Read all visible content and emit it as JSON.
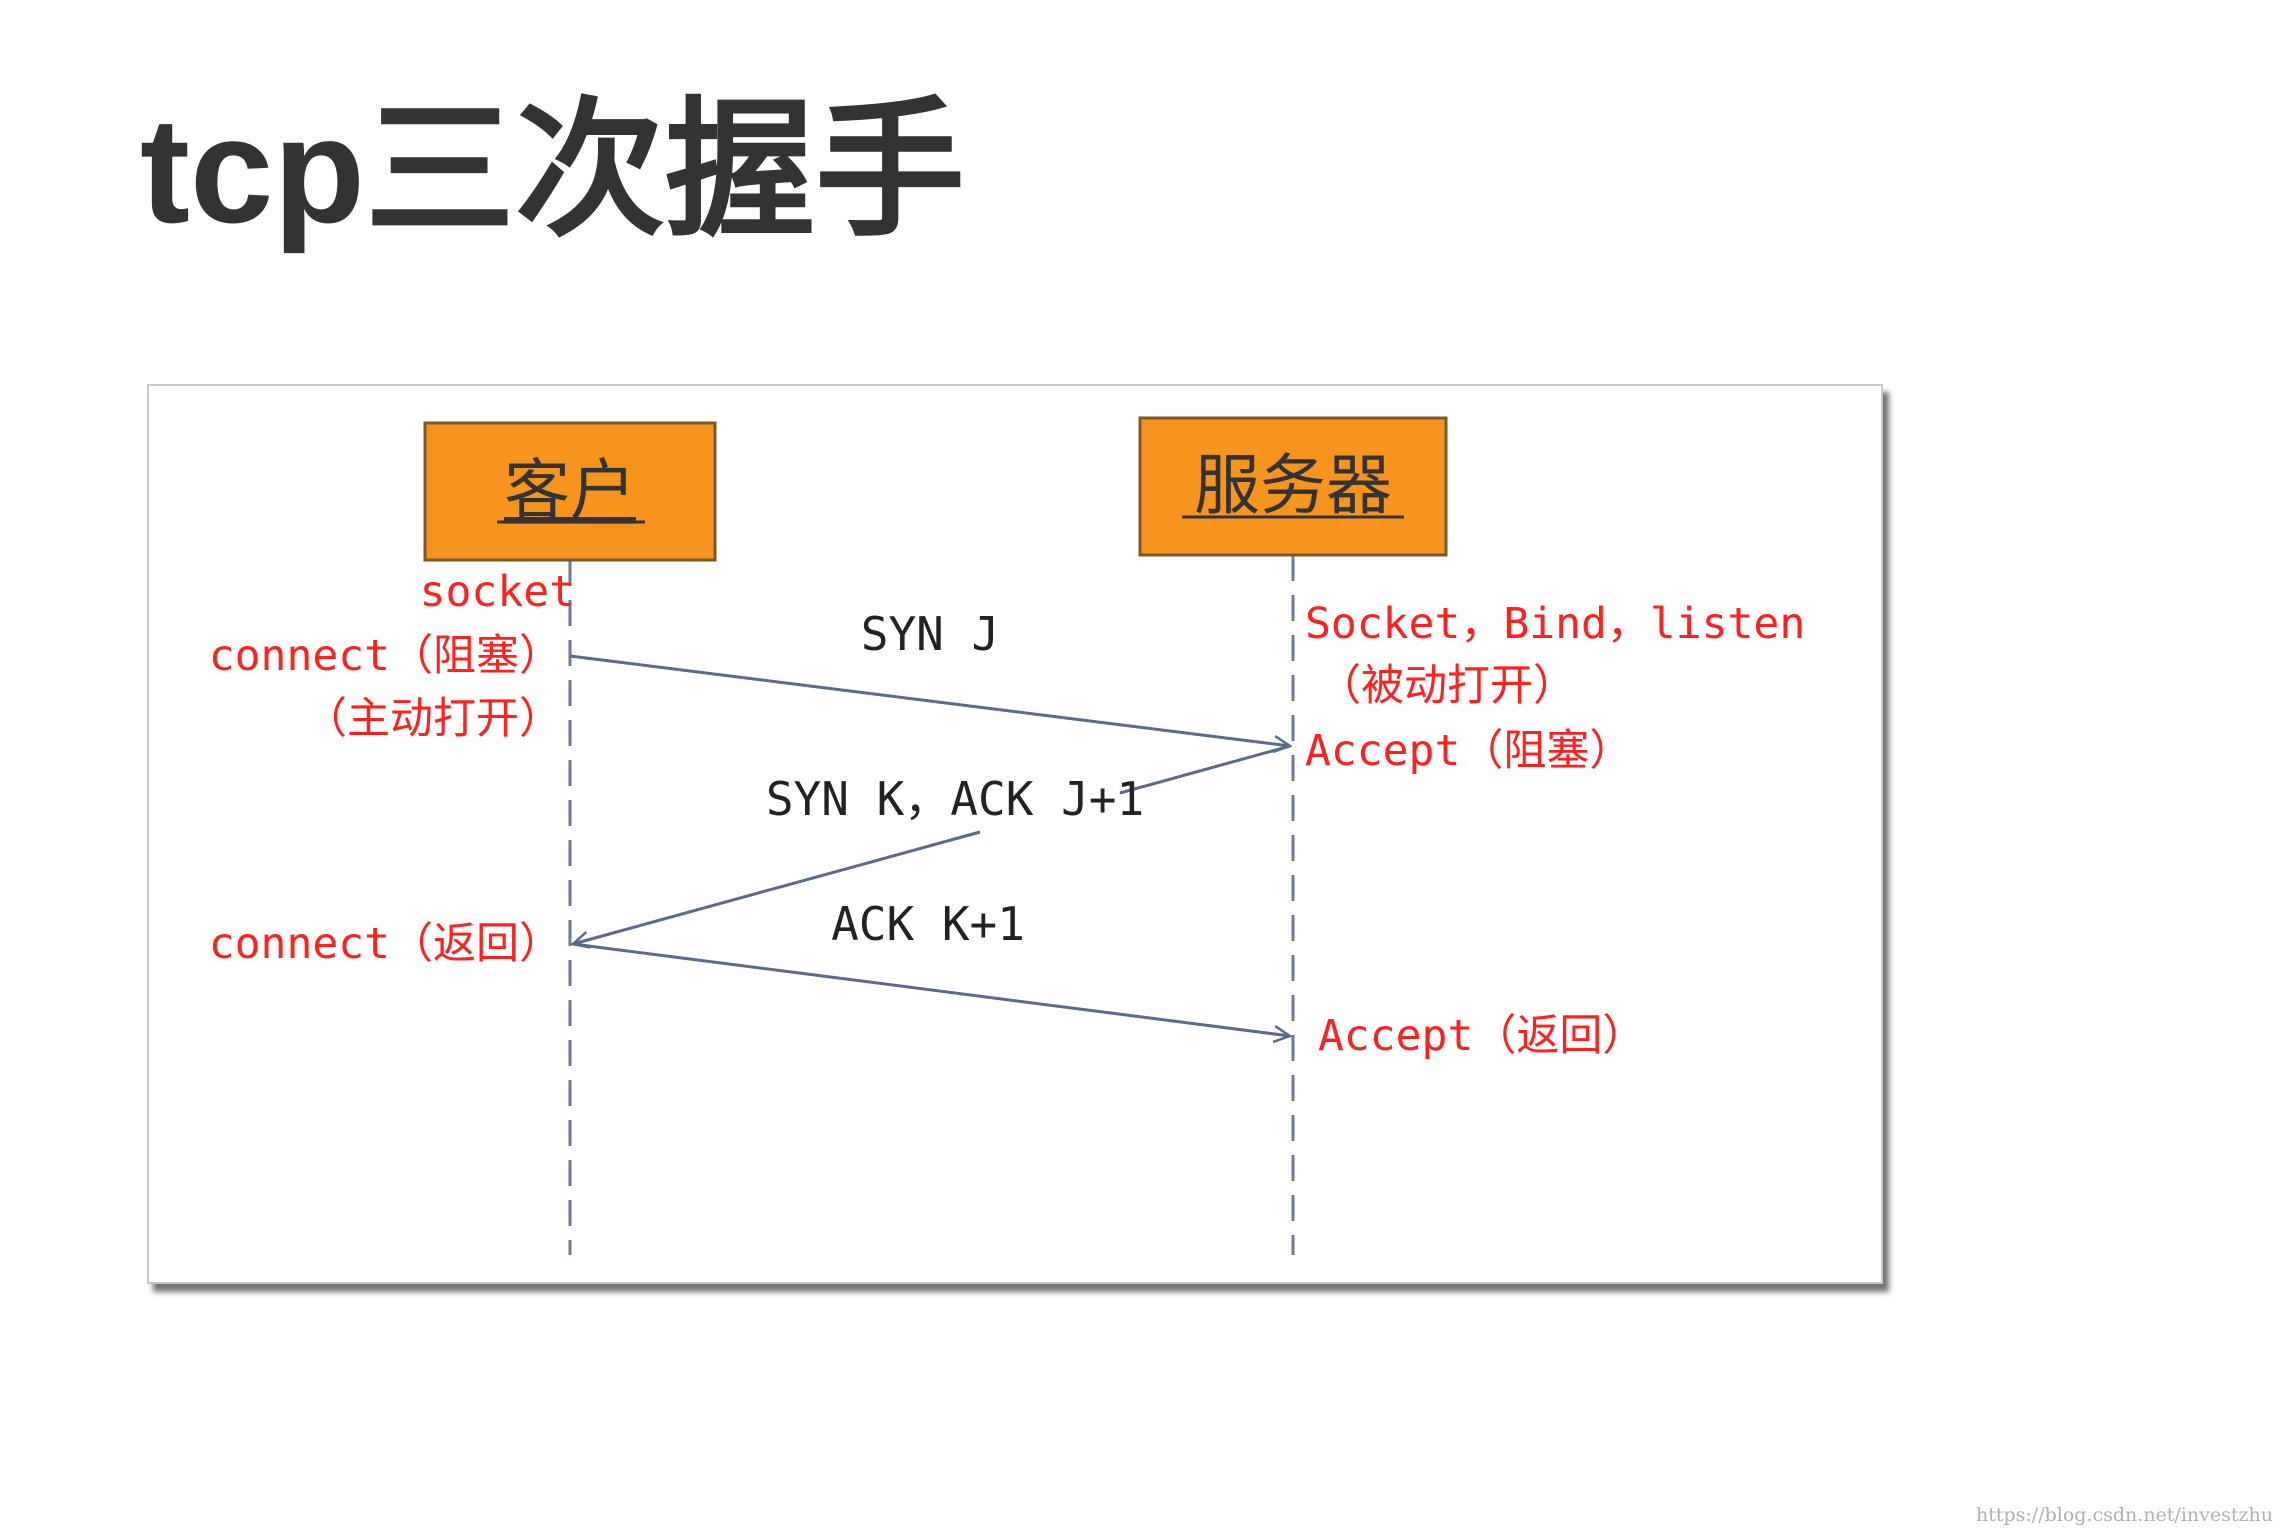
{
  "title": "tcp三次握手",
  "watermark": "https://blog.csdn.net/investzhu",
  "colors": {
    "title_text": "#333333",
    "box_fill": "#f7941d",
    "box_border": "#7a5a2a",
    "label_red": "#ff2020",
    "message_text": "#222222",
    "arrow_line": "#5a6a8a",
    "lifeline": "#6a7a9a"
  },
  "diagram": {
    "client": {
      "name": "客户",
      "annotations": {
        "socket": "socket",
        "connect_block": "connect（阻塞）",
        "active_open": "（主动打开）",
        "connect_return": "connect（返回）"
      }
    },
    "server": {
      "name": "服务器",
      "annotations": {
        "socket_bind_listen": "Socket，Bind，listen",
        "passive_open": "（被动打开）",
        "accept_block": "Accept（阻塞）",
        "accept_return": "Accept（返回）"
      }
    },
    "messages": [
      {
        "label": "SYN J",
        "from": "client",
        "to": "server"
      },
      {
        "label": "SYN K，ACK J+1",
        "from": "server",
        "to": "client"
      },
      {
        "label": "ACK K+1",
        "from": "client",
        "to": "server"
      }
    ]
  }
}
